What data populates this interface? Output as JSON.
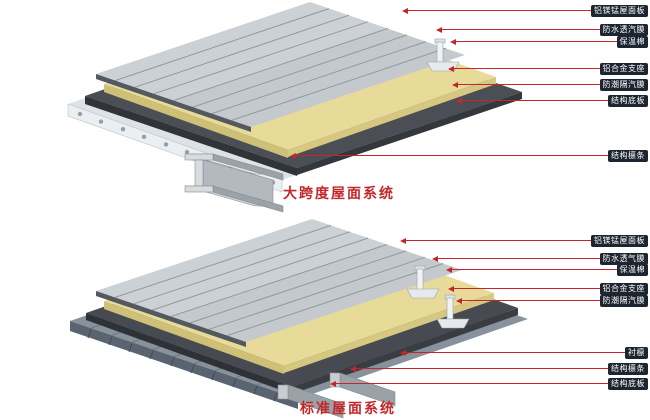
{
  "colors": {
    "accent": "#c3272b",
    "badge_bg": "#1d2630",
    "badge_text": "#ffffff",
    "panel_gray": "#c4c9ce",
    "insulation_yellow": "#e8db9a",
    "membrane_dark": "#474b51",
    "deck_white": "#eceff1",
    "corrugated_blue_gray": "#88929c"
  },
  "top_diagram": {
    "caption": "大跨度屋面系统",
    "labels": [
      {
        "text": "铝镁锰屋面板"
      },
      {
        "text": "防水透汽膜"
      },
      {
        "text": "保温棉"
      },
      {
        "text": "铝合金支座"
      },
      {
        "text": "防潮隔汽膜"
      },
      {
        "text": "结构底板"
      },
      {
        "text": "结构檩条"
      }
    ]
  },
  "bottom_diagram": {
    "caption": "标准屋面系统",
    "labels": [
      {
        "text": "铝镁锰屋面板"
      },
      {
        "text": "防水透气膜"
      },
      {
        "text": "保温棉"
      },
      {
        "text": "铝合金支座"
      },
      {
        "text": "防潮隔汽膜"
      },
      {
        "text": "衬檩"
      },
      {
        "text": "结构檩条"
      },
      {
        "text": "结构底板"
      }
    ]
  }
}
